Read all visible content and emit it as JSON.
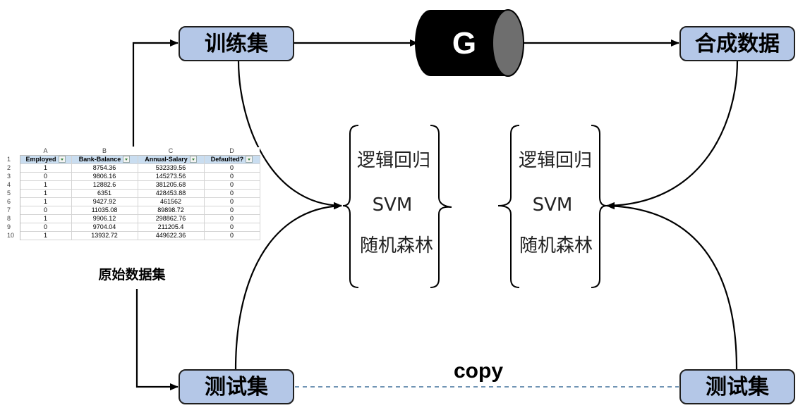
{
  "nodes": {
    "train": "训练集",
    "generator": "G",
    "synthetic": "合成数据",
    "test_left": "测试集",
    "test_right": "测试集",
    "original_caption": "原始数据集",
    "copy_label": "copy"
  },
  "models_left": [
    "逻辑回归",
    "SVM",
    "随机森林"
  ],
  "models_right": [
    "逻辑回归",
    "SVM",
    "随机森林"
  ],
  "spreadsheet": {
    "columns": [
      "A",
      "B",
      "C",
      "D"
    ],
    "headers": [
      "Employed",
      "Bank-Balance",
      "Annual-Salary",
      "Defaulted?"
    ],
    "row_numbers": [
      "1",
      "2",
      "3",
      "4",
      "5",
      "6",
      "7",
      "8",
      "9",
      "10"
    ],
    "rows": [
      [
        "1",
        "8754.36",
        "532339.56",
        "0"
      ],
      [
        "0",
        "9806.16",
        "145273.56",
        "0"
      ],
      [
        "1",
        "12882.6",
        "381205.68",
        "0"
      ],
      [
        "1",
        "6351",
        "428453.88",
        "0"
      ],
      [
        "1",
        "9427.92",
        "461562",
        "0"
      ],
      [
        "0",
        "11035.08",
        "89898.72",
        "0"
      ],
      [
        "1",
        "9906.12",
        "298862.76",
        "0"
      ],
      [
        "0",
        "9704.04",
        "211205.4",
        "0"
      ],
      [
        "1",
        "13932.72",
        "449622.36",
        "0"
      ]
    ]
  },
  "colors": {
    "box_fill": "#b4c7e7",
    "box_stroke": "#1f1f1f",
    "cylinder": "#000000",
    "cylinder_end": "#6e6e6e",
    "dashed_line": "#41719c"
  }
}
